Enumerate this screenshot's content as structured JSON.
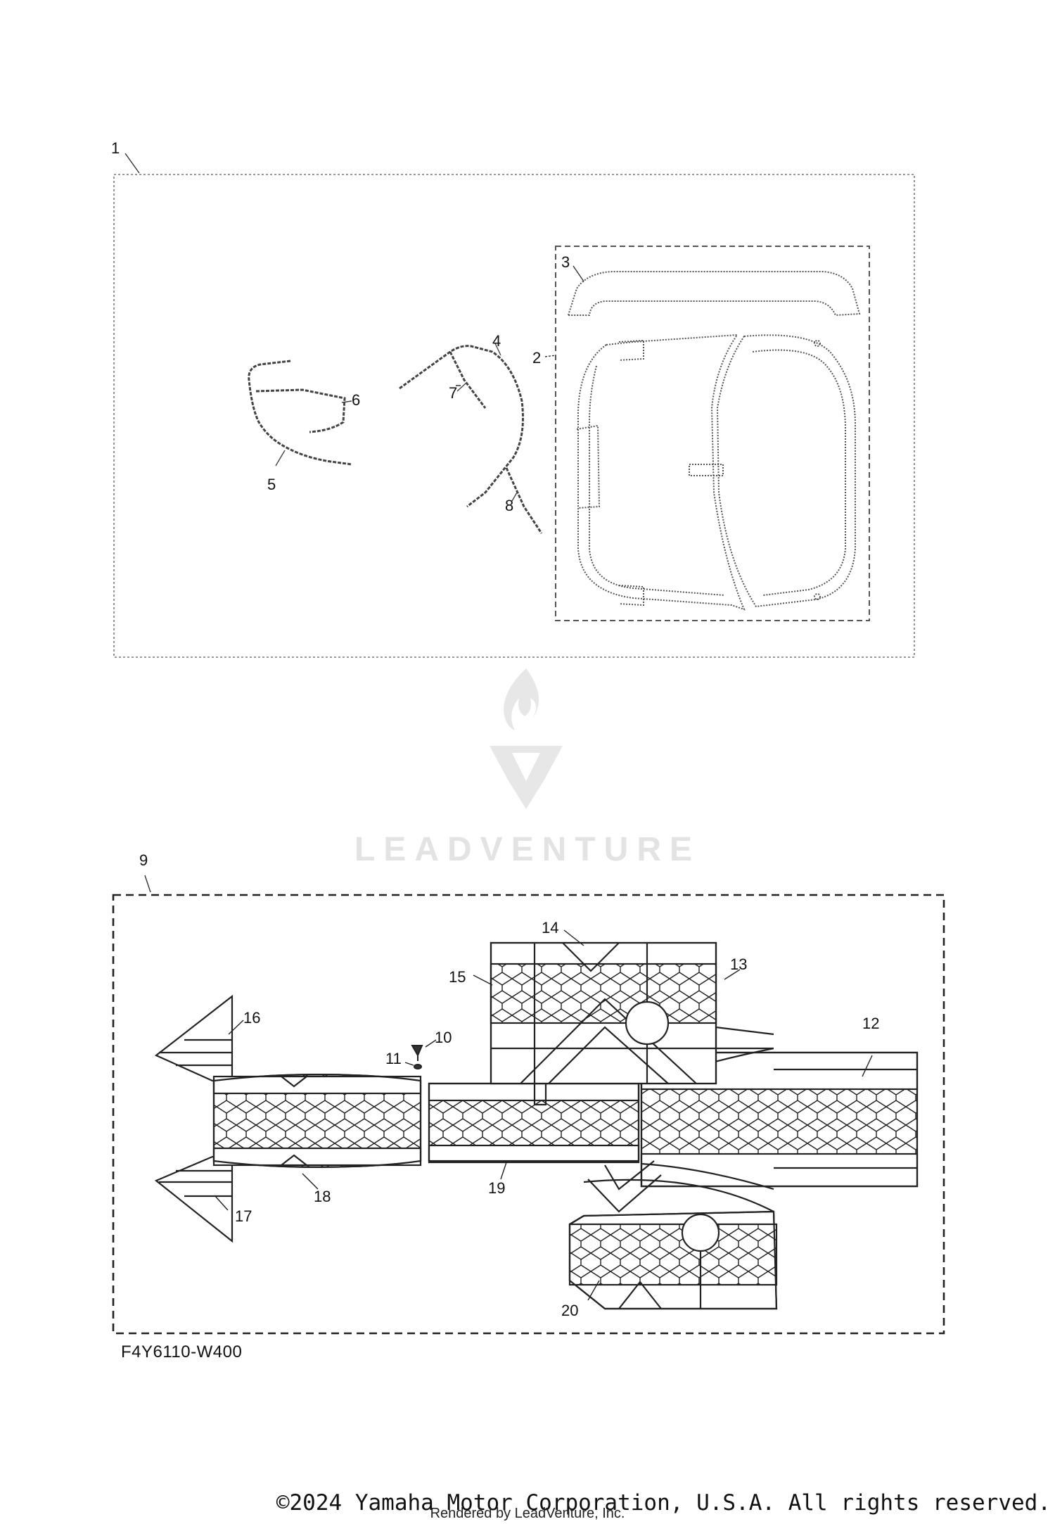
{
  "diagram": {
    "drawing_code": "F4Y6110-W400",
    "callouts": [
      "1",
      "2",
      "3",
      "4",
      "5",
      "6",
      "7",
      "8",
      "9",
      "10",
      "11",
      "12",
      "13",
      "14",
      "15",
      "16",
      "17",
      "18",
      "19",
      "20"
    ]
  },
  "watermark": {
    "text": "LEADVENTURE"
  },
  "footer": {
    "copyright": "©2024 Yamaha Motor Corporation, U.S.A. All rights reserved.",
    "rendered_by": "Rendered by LeadVenture, Inc."
  }
}
